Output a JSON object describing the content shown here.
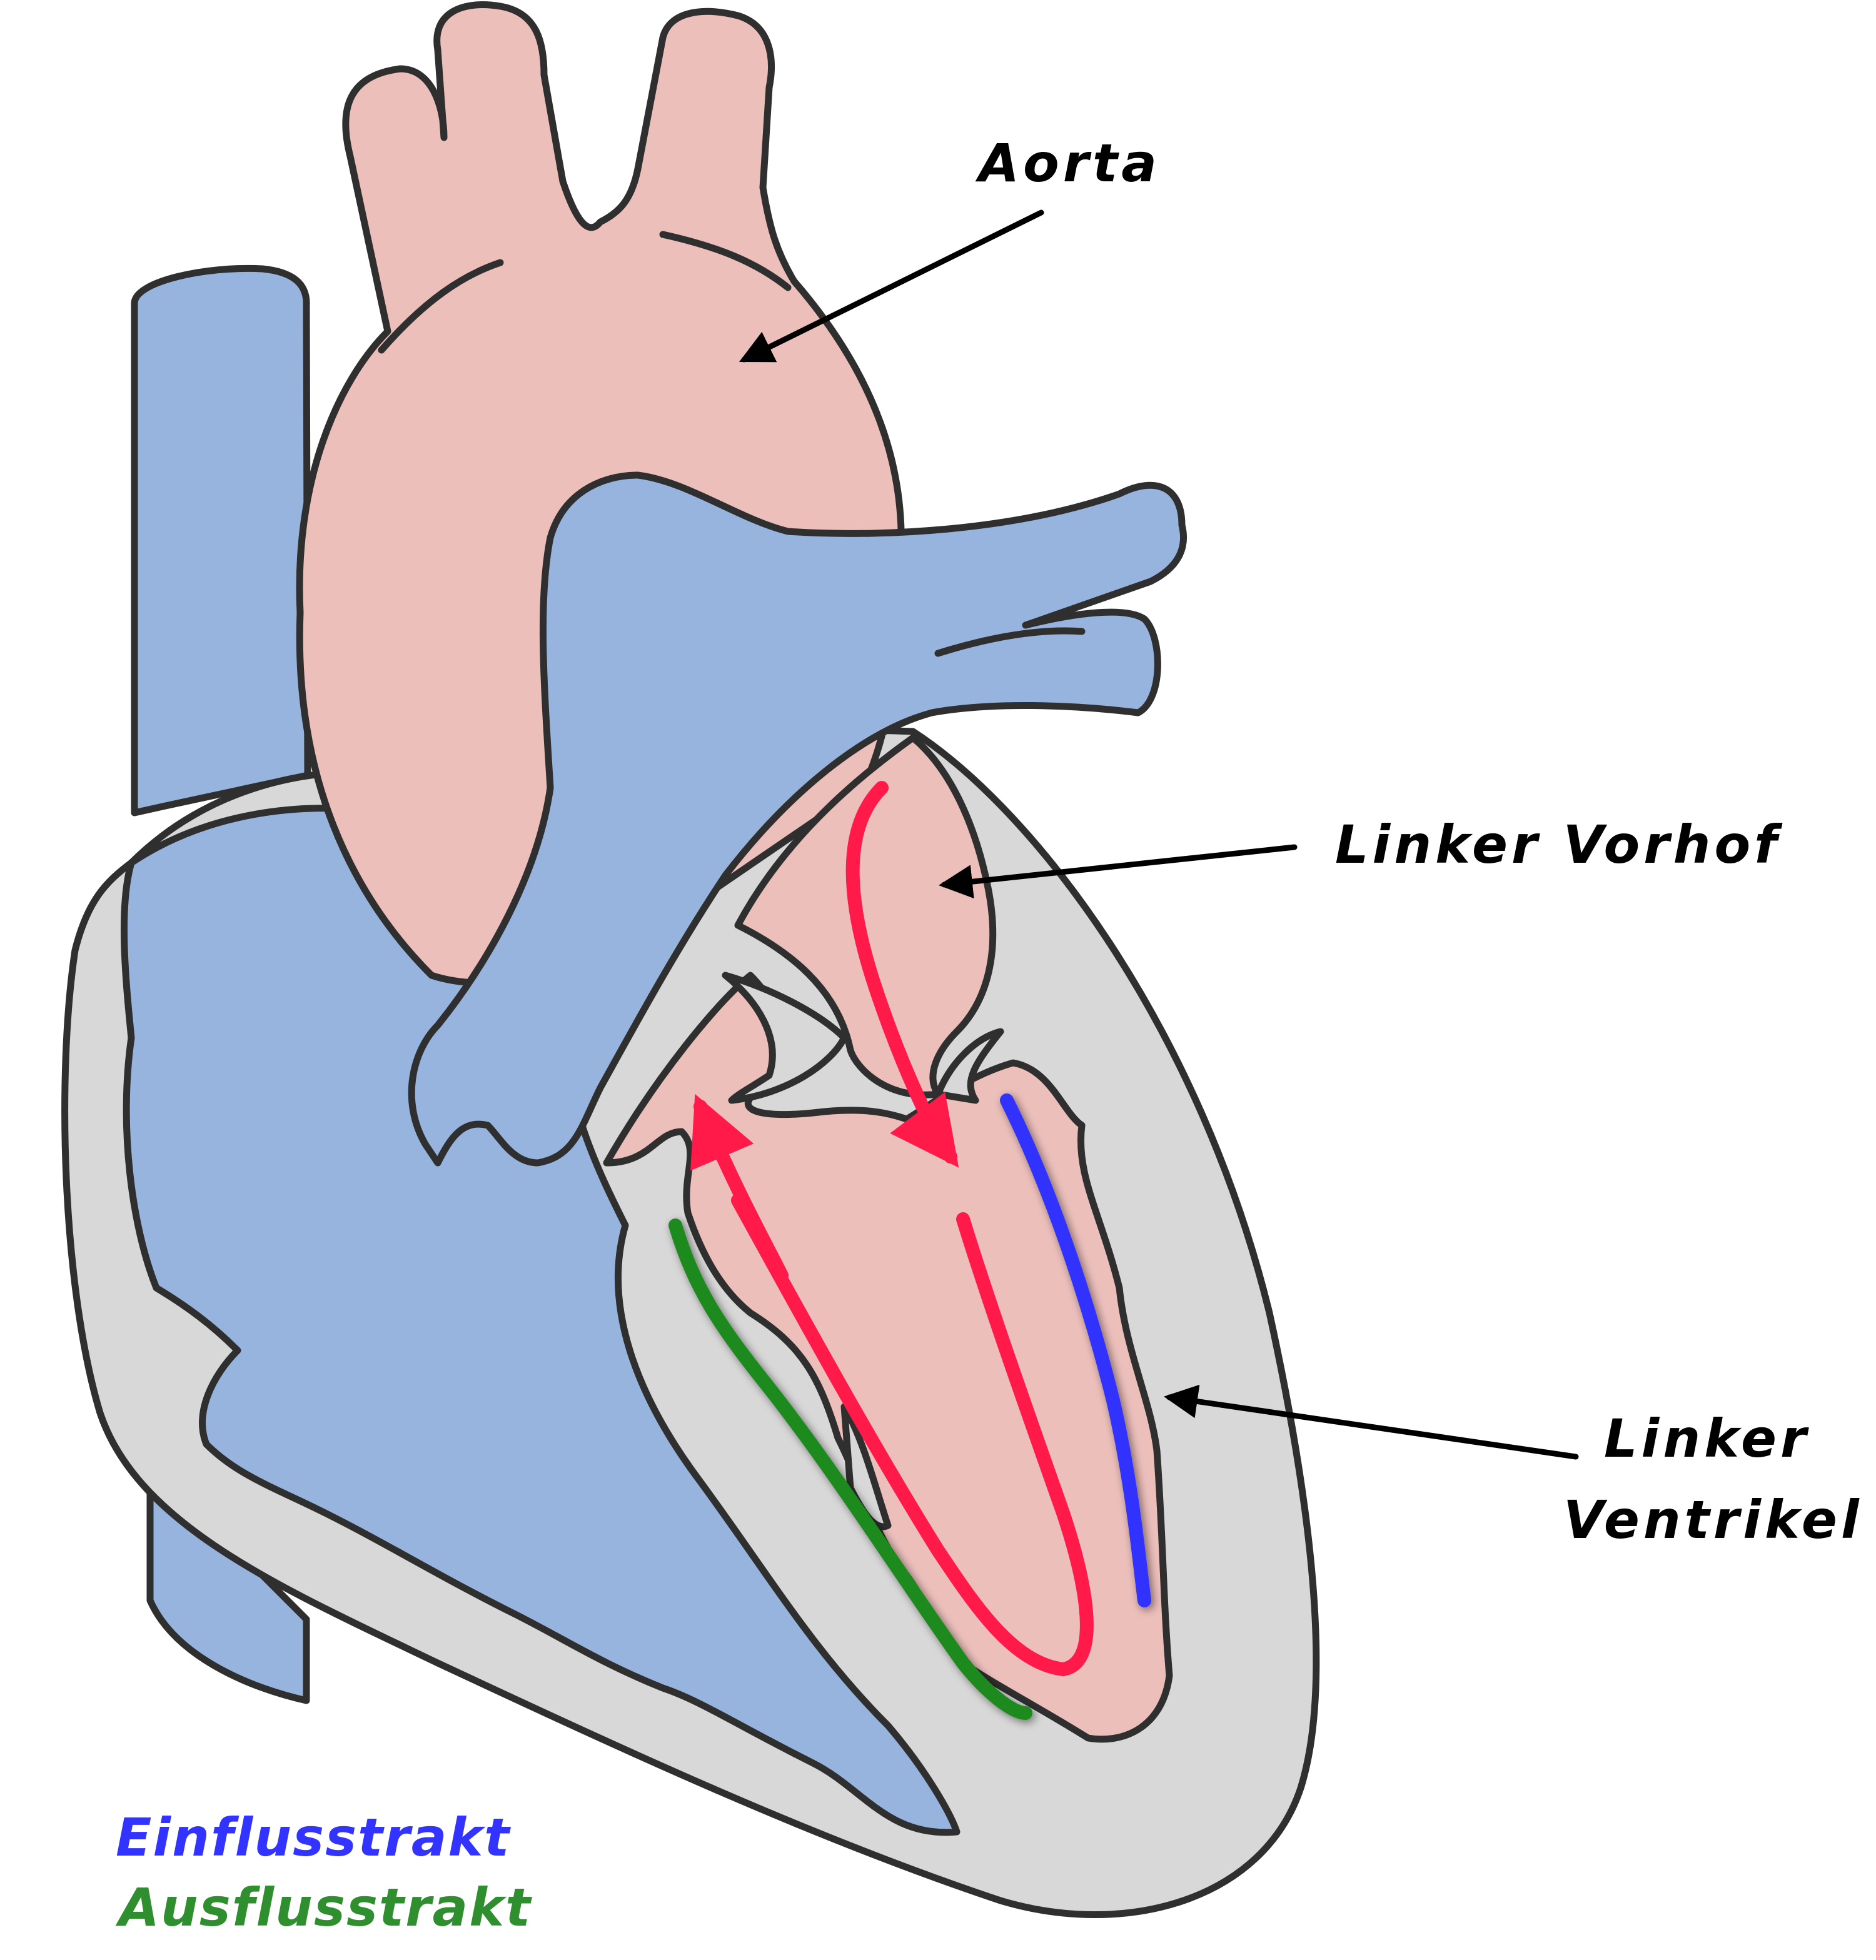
{
  "labels": {
    "aorta": "Aorta",
    "left_atrium": "Linker Vorhof",
    "left_ventricle_line1": "Linker",
    "left_ventricle_line2": "Ventrikel"
  },
  "legend": {
    "inflow": "Einflusstrakt",
    "outflow": "Ausflusstrakt"
  },
  "colors": {
    "inflow": "#3333ff",
    "outflow": "#1a8a1a",
    "blood_flow": "#ff1a4a",
    "oxygenated": "#ecbfbb",
    "deoxygenated": "#96b4de",
    "myocardium": "#d8d8d8",
    "outline": "#2f2f2f"
  }
}
